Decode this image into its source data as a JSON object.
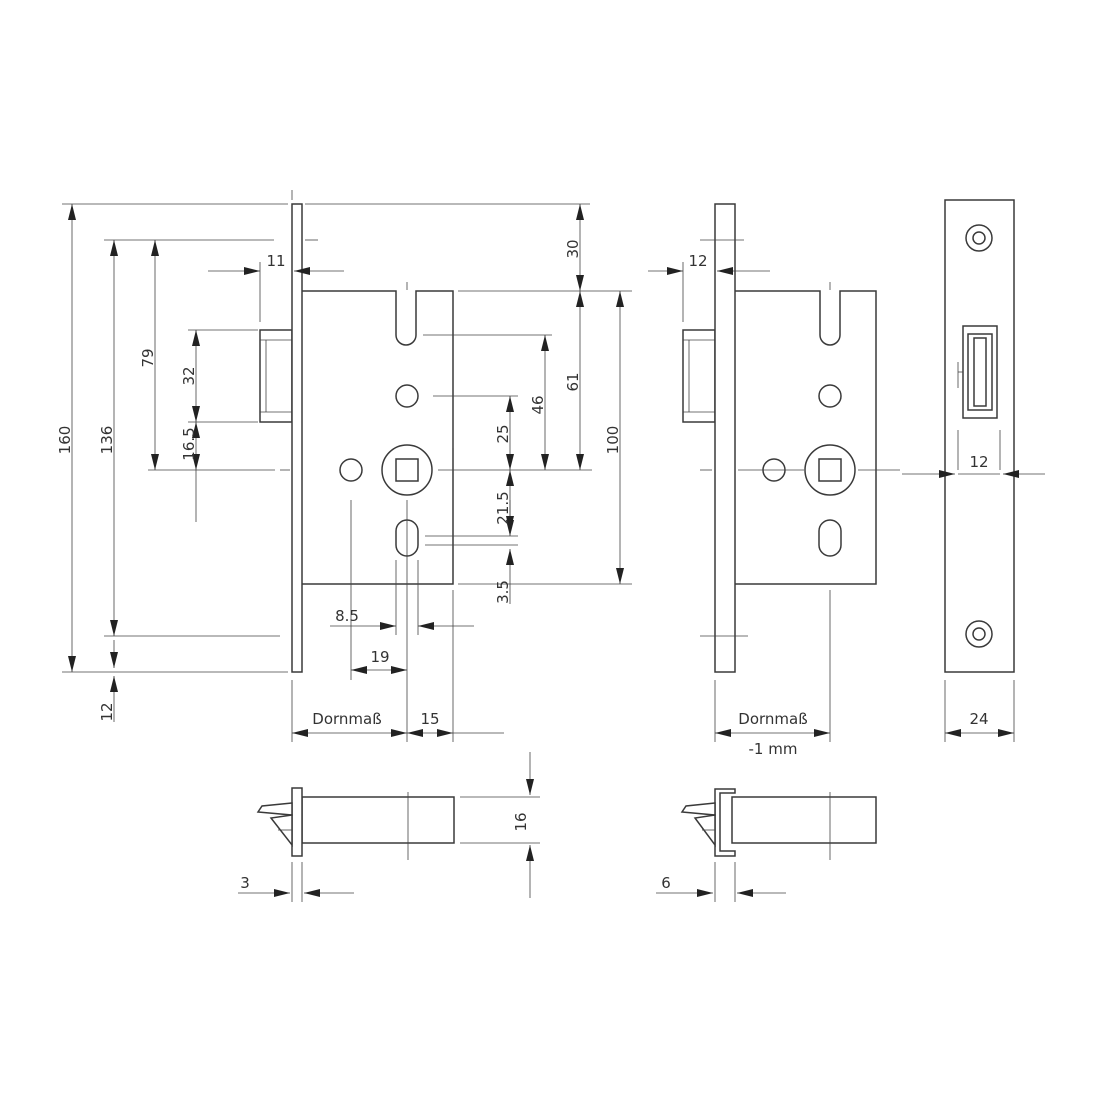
{
  "labels": {
    "d160": "160",
    "d136": "136",
    "d79": "79",
    "d32": "32",
    "d16_5": "16.5",
    "d12_bottom": "12",
    "d11": "11",
    "d30": "30",
    "d61": "61",
    "d100": "100",
    "d46": "46",
    "d25": "25",
    "d21_5": "21.5",
    "d3_5": "3.5",
    "d8_5": "8.5",
    "d19": "19",
    "dornmass_left": "Dornmaß",
    "d15": "15",
    "d12_mid": "12",
    "dornmass_right": "Dornmaß",
    "minus_1mm": "-1 mm",
    "d12_face": "12",
    "d24": "24",
    "d16": "16",
    "d3": "3",
    "d6": "6"
  }
}
